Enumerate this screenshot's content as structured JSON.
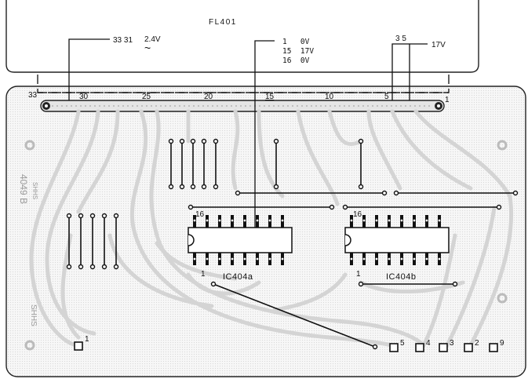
{
  "display": {
    "name": "FL401",
    "supply_pins": "33 31",
    "supply_voltage": "2.4V",
    "ac_symbol": "~",
    "pin_notes": [
      "1   0V",
      "15  17V",
      "16  0V"
    ],
    "right_pins": "3 5",
    "right_voltage": "17V"
  },
  "pin_scale": {
    "end_left": "33",
    "end_right": "1",
    "ticks": [
      "30",
      "25",
      "20",
      "15",
      "10",
      "5"
    ]
  },
  "ics": [
    {
      "label": "IC404a",
      "pin1": "1",
      "pin16": "16"
    },
    {
      "label": "IC404b",
      "pin1": "1",
      "pin16": "16"
    }
  ],
  "board_marks": {
    "board_number": "4049 B",
    "maker_mark": "SHHS"
  },
  "connectors": [
    {
      "label": "1"
    },
    {
      "label": "5"
    },
    {
      "label": "4"
    },
    {
      "label": "3"
    },
    {
      "label": "2"
    },
    {
      "label": "9"
    }
  ]
}
